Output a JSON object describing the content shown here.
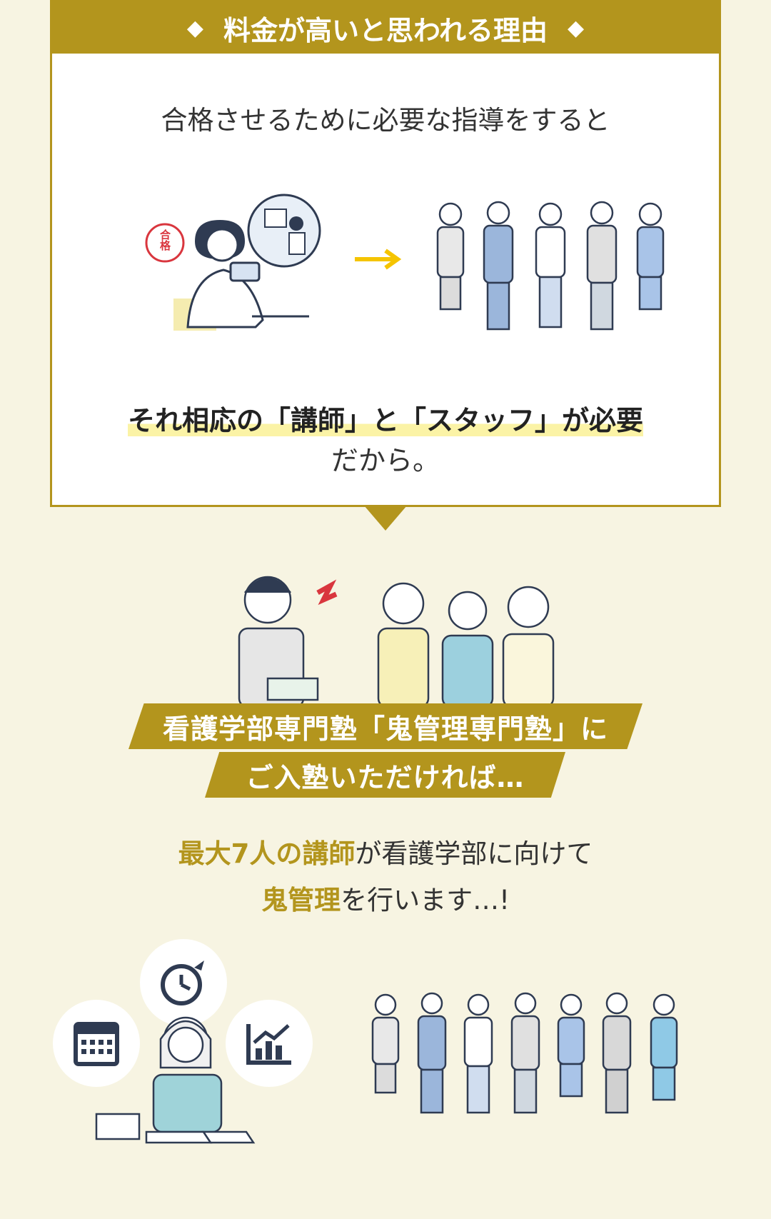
{
  "box": {
    "header_title": "料金が高いと思われる理由",
    "header_left_icon": "diamond-icon",
    "header_right_icon": "diamond-icon",
    "diamond_glyph": "◆",
    "lead": "合格させるために必要な指導をすると",
    "stamp_text": "合格",
    "conclusion_highlight": "それ相応の「講師」と「スタッフ」が必要",
    "conclusion_tail": "だから。"
  },
  "ribbon": {
    "line1": "看護学部専門塾「鬼管理専門塾」に",
    "line2": "ご入塾いただければ…"
  },
  "message": {
    "line1_highlight": "最大7人の講師",
    "line1_tail": "が看護学部に向けて",
    "line2_highlight": "鬼管理",
    "line2_tail": "を行います…!"
  },
  "colors": {
    "gold": "#b3951d",
    "background": "#f7f4e2",
    "highlight": "#fbf3a6",
    "arrow": "#f5c400",
    "stamp_red": "#d9363e"
  }
}
